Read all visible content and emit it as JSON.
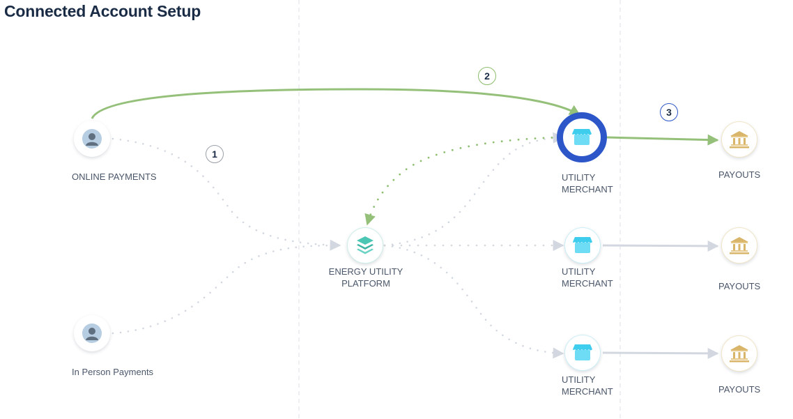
{
  "title": "Connected Account Setup",
  "colors": {
    "title": "#1a2b45",
    "label": "#4a5669",
    "flow_green": "#8fbf72",
    "flow_grey": "#d3d8e0",
    "selected_ring": "#2d57c9",
    "platform_icon": "#4cc6b4",
    "merchant_icon": "#5dd6f2",
    "payout_icon": "#d9b56a",
    "person_icon_bg": "#b7cde2",
    "person_icon_fg": "#5f6f80"
  },
  "nodes": {
    "online_payments": {
      "label": "ONLINE PAYMENTS",
      "icon": "person-icon"
    },
    "in_person_payments": {
      "label": "In Person Payments",
      "icon": "person-icon"
    },
    "platform": {
      "label_line1": "ENERGY UTILITY",
      "label_line2": "PLATFORM",
      "icon": "layers-icon"
    },
    "merchant_1": {
      "label_line1": "UTILITY",
      "label_line2": "MERCHANT",
      "icon": "storefront-icon",
      "selected": true
    },
    "merchant_2": {
      "label_line1": "UTILITY",
      "label_line2": "MERCHANT",
      "icon": "storefront-icon"
    },
    "merchant_3": {
      "label_line1": "UTILITY",
      "label_line2": "MERCHANT",
      "icon": "storefront-icon"
    },
    "payouts_1": {
      "label": "PAYOUTS",
      "icon": "bank-icon"
    },
    "payouts_2": {
      "label": "PAYOUTS",
      "icon": "bank-icon"
    },
    "payouts_3": {
      "label": "PAYOUTS",
      "icon": "bank-icon"
    }
  },
  "steps": [
    {
      "number": "1",
      "style": "grey"
    },
    {
      "number": "2",
      "style": "green"
    },
    {
      "number": "3",
      "style": "blue"
    }
  ],
  "edges": [
    {
      "from": "online_payments",
      "to": "platform",
      "style": "dotted-grey"
    },
    {
      "from": "in_person_payments",
      "to": "platform",
      "style": "dotted-grey"
    },
    {
      "from": "online_payments",
      "to": "merchant_1",
      "style": "solid-green",
      "step": "2"
    },
    {
      "from": "merchant_1",
      "to": "platform",
      "style": "dotted-green"
    },
    {
      "from": "platform",
      "to": "merchant_1",
      "style": "dotted-grey"
    },
    {
      "from": "platform",
      "to": "merchant_2",
      "style": "dotted-grey"
    },
    {
      "from": "platform",
      "to": "merchant_3",
      "style": "dotted-grey"
    },
    {
      "from": "merchant_1",
      "to": "payouts_1",
      "style": "solid-green",
      "step": "3"
    },
    {
      "from": "merchant_2",
      "to": "payouts_2",
      "style": "solid-grey"
    },
    {
      "from": "merchant_3",
      "to": "payouts_3",
      "style": "solid-grey"
    }
  ]
}
